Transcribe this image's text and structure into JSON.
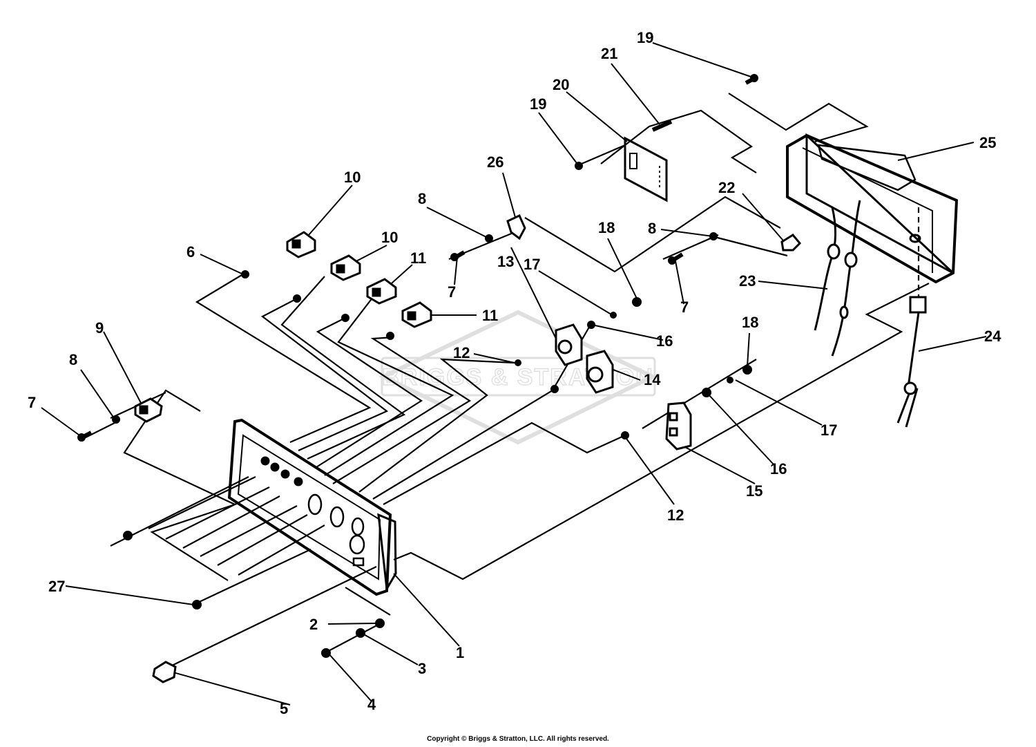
{
  "watermark": {
    "text": "BRIGGS & STRATTON"
  },
  "copyright": "Copyright © Briggs & Stratton, LLC. All rights reserved.",
  "callouts": {
    "c1": "1",
    "c2": "2",
    "c3": "3",
    "c4": "4",
    "c5": "5",
    "c6": "6",
    "c7a": "7",
    "c7b": "7",
    "c7c": "7",
    "c8a": "8",
    "c8b": "8",
    "c8c": "8",
    "c9": "9",
    "c10a": "10",
    "c10b": "10",
    "c11a": "11",
    "c11b": "11",
    "c12a": "12",
    "c12b": "12",
    "c13": "13",
    "c14": "14",
    "c15": "15",
    "c16a": "16",
    "c16b": "16",
    "c17a": "17",
    "c17b": "17",
    "c18a": "18",
    "c18b": "18",
    "c19a": "19",
    "c19b": "19",
    "c20": "20",
    "c21": "21",
    "c22": "22",
    "c23": "23",
    "c24": "24",
    "c25": "25",
    "c26": "26",
    "c27": "27"
  }
}
